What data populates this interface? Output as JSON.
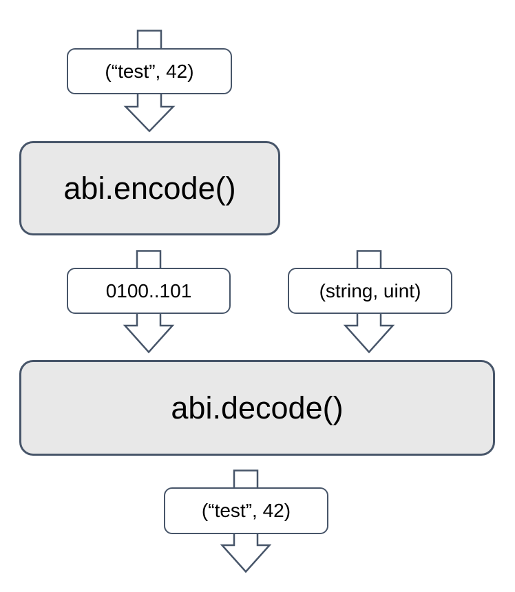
{
  "colors": {
    "stroke": "#475569",
    "function_box_fill": "#e8e8e8",
    "label_box_fill": "#ffffff",
    "text": "#000000",
    "background": "#ffffff"
  },
  "nodes": {
    "input_tuple": {
      "label": "(“test”, 42)"
    },
    "encode": {
      "label": "abi.encode()"
    },
    "encoded_bytes": {
      "label": "0100..101"
    },
    "type_tuple": {
      "label": "(string, uint)"
    },
    "decode": {
      "label": "abi.decode()"
    },
    "output_tuple": {
      "label": "(“test”, 42)"
    }
  }
}
